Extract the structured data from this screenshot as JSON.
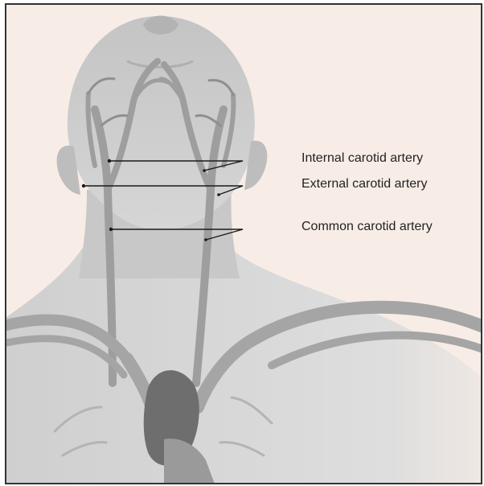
{
  "labels": {
    "internal": "Internal carotid artery",
    "external": "External carotid artery",
    "common": "Common carotid artery"
  },
  "colors": {
    "background": "#f7ede6",
    "border": "#333333",
    "body": "#c9c9c9",
    "vessel": "#a3a3a3",
    "vessel_dark": "#6f6f6f",
    "leader": "#1a1a1a"
  }
}
